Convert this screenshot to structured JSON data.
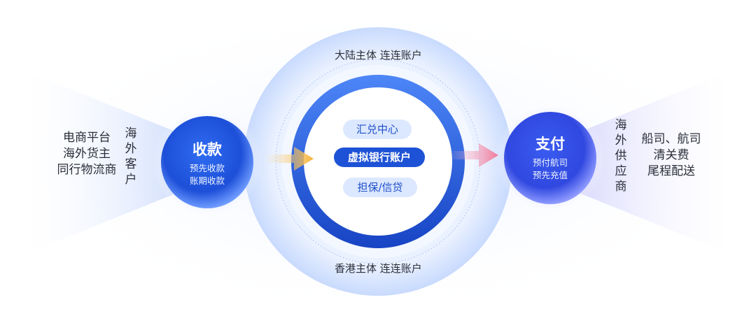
{
  "ring": {
    "top_label": "大陆主体 连连账户",
    "bottom_label": "香港主体 连连账户"
  },
  "center": {
    "items": [
      {
        "label": "汇兑中心",
        "style": "light"
      },
      {
        "label": "虚拟银行账户",
        "style": "dark"
      },
      {
        "label": "担保/信贷",
        "style": "light"
      }
    ]
  },
  "left": {
    "sources": [
      "电商平台",
      "海外货主",
      "同行物流商"
    ],
    "party": [
      "海",
      "外",
      "客",
      "户"
    ],
    "node": {
      "title": "收款",
      "subs": [
        "预先收款",
        "账期收款"
      ]
    }
  },
  "right": {
    "node": {
      "title": "支付",
      "subs": [
        "预付航司",
        "预先充值"
      ]
    },
    "party": [
      "海",
      "外",
      "供",
      "应",
      "商"
    ],
    "targets": [
      "船司、航司",
      "清关费",
      "尾程配送"
    ]
  },
  "colors": {
    "primary_blue": "#1e52d6",
    "light_blue": "#dce8ff",
    "arrow_orange": "#f6b234",
    "arrow_pink": "#f07a9a",
    "text_dark": "#2b2f3a"
  }
}
